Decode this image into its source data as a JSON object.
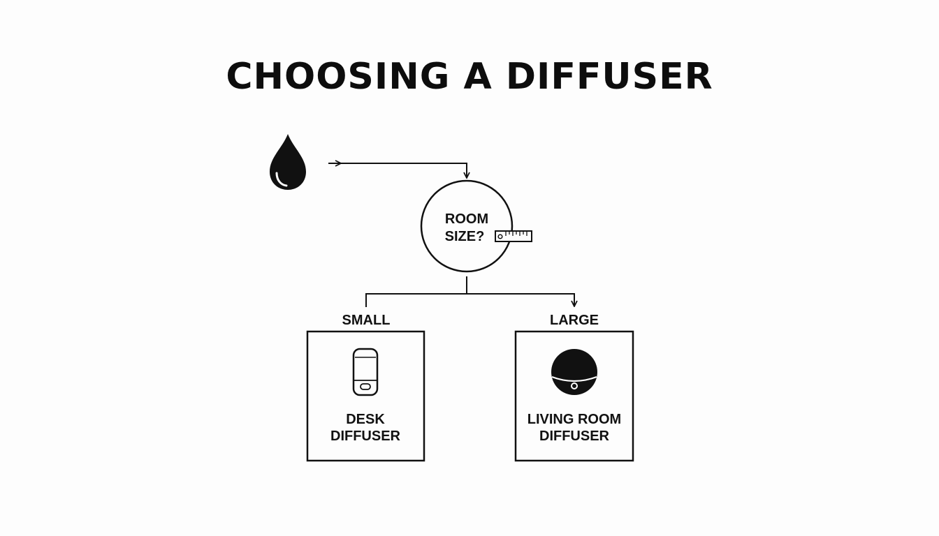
{
  "title": "CHOOSING A DIFFUSER",
  "decision": {
    "line1": "ROOM",
    "line2": "SIZE?",
    "icon": "ruler-icon"
  },
  "start_icon": "oil-drop-icon",
  "branches": {
    "small": {
      "label": "SMALL",
      "result_line1": "DESK",
      "result_line2": "DIFFUSER",
      "icon": "desk-diffuser-icon"
    },
    "large": {
      "label": "LARGE",
      "result_line1": "LIVING ROOM",
      "result_line2": "DIFFUSER",
      "icon": "sphere-diffuser-icon"
    }
  },
  "colors": {
    "ink": "#111111",
    "background": "#fdfdfd"
  }
}
